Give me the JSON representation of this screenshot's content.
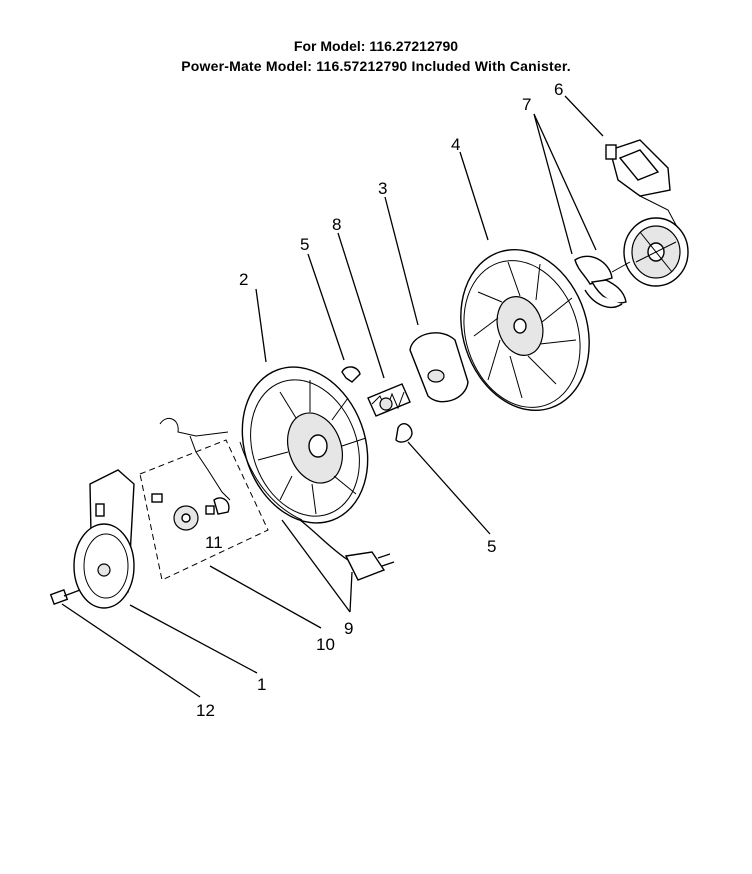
{
  "header": {
    "line1": "For Model: 116.27212790",
    "line2": "Power-Mate Model: 116.57212790 Included With Canister."
  },
  "callouts": [
    "1",
    "2",
    "3",
    "4",
    "5",
    "5",
    "6",
    "7",
    "8",
    "9",
    "10",
    "11",
    "12"
  ]
}
